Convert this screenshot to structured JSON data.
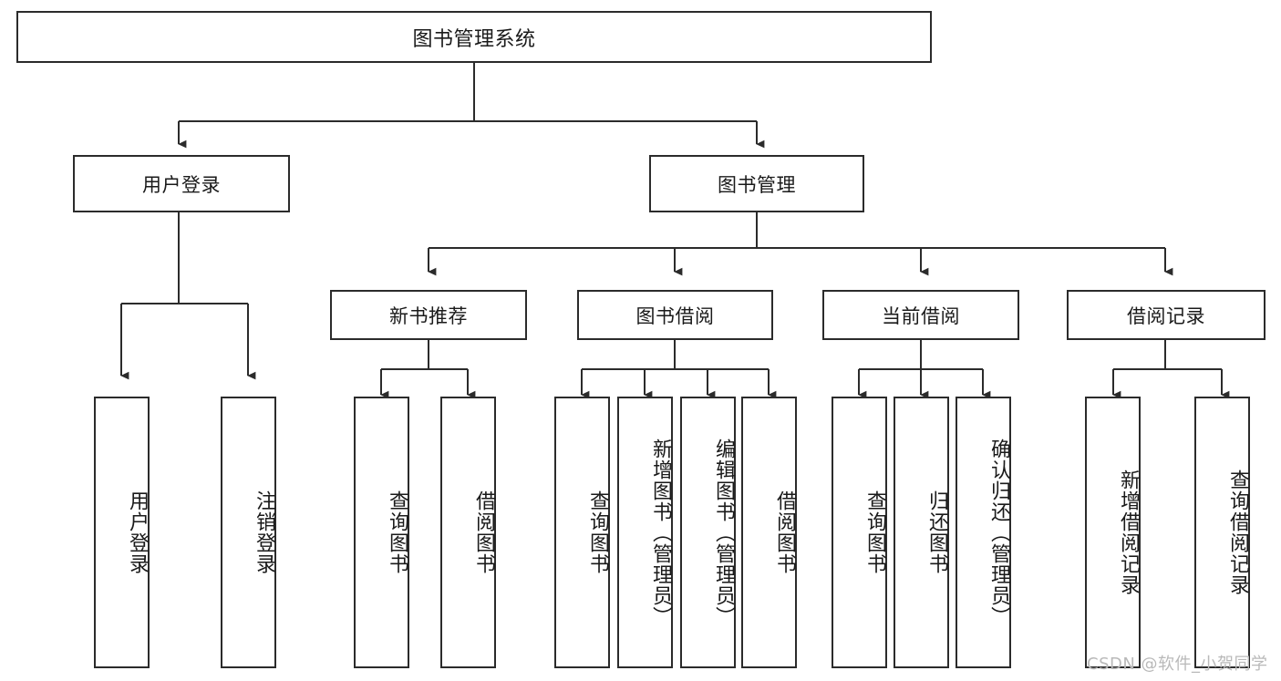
{
  "diagram": {
    "title": "图书管理系统",
    "type": "hierarchy-tree",
    "watermark": "CSDN @软件_小贺同学",
    "colors": {
      "box_border": "#2b2b2b",
      "box_fill": "#ffffff",
      "connector": "#2b2b2b",
      "text": "#1a1a1a",
      "watermark": "#b9b9b9",
      "background": "#ffffff"
    }
  },
  "nodes": {
    "root": {
      "label": "图书管理系统"
    },
    "level2": [
      {
        "label": "用户登录"
      },
      {
        "label": "图书管理"
      }
    ],
    "level3": [
      {
        "label": "新书推荐"
      },
      {
        "label": "图书借阅"
      },
      {
        "label": "当前借阅"
      },
      {
        "label": "借阅记录"
      }
    ],
    "leaves_user_login": [
      {
        "label": "用户登录"
      },
      {
        "label": "注销登录"
      }
    ],
    "leaves_new_books": [
      {
        "label": "查询图书"
      },
      {
        "label": "借阅图书"
      }
    ],
    "leaves_borrow": [
      {
        "label": "查询图书"
      },
      {
        "label": "新增图书（管理员）"
      },
      {
        "label": "编辑图书（管理员）"
      },
      {
        "label": "借阅图书"
      }
    ],
    "leaves_current": [
      {
        "label": "查询图书"
      },
      {
        "label": "归还图书"
      },
      {
        "label": "确认归还（管理员）"
      }
    ],
    "leaves_records": [
      {
        "label": "新增借阅记录"
      },
      {
        "label": "查询借阅记录"
      }
    ]
  }
}
